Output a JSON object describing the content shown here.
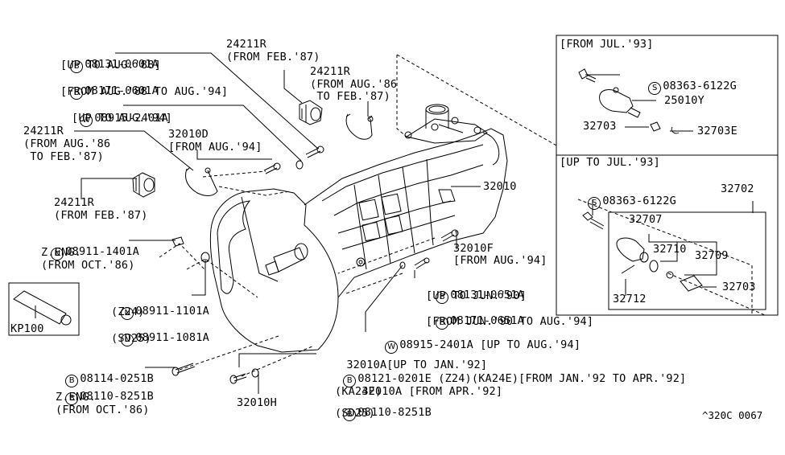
{
  "diagram": {
    "title": "Manual Transmission Assembly - Parts Diagram",
    "figure_code": "^320C 0067",
    "colors": {
      "line": "#000000",
      "background": "#ffffff"
    },
    "symbols": {
      "B": "B",
      "W": "W",
      "N": "N",
      "S": "S"
    }
  },
  "callouts_left": [
    {
      "id": "b-08131-0601a",
      "symbol": "B",
      "part": "08131-0601A",
      "note": "[UP TO AUG.'88]"
    },
    {
      "id": "b-08171-0601a",
      "symbol": "B",
      "part": "08171-0601A",
      "note": "[FROM AUG.'88 TO AUG.'94]"
    },
    {
      "id": "w-08915-2401a-top",
      "symbol": "W",
      "part": "08915-2401A",
      "note": "[UP TO AUG.'94]"
    },
    {
      "id": "24211r-left-aug86",
      "part": "24211R",
      "note1": "(FROM AUG.'86",
      "note2": " TO FEB.'87)"
    },
    {
      "id": "32010d",
      "part": "32010D",
      "note": "[FROM AUG.'94]"
    },
    {
      "id": "24211r-left-feb87",
      "part": "24211R",
      "note": "(FROM FEB.'87)"
    },
    {
      "id": "n-08911-1401a",
      "symbol": "N",
      "part": "08911-1401A",
      "note1": "Z.ENG.",
      "note2": "(FROM OCT.'86)"
    },
    {
      "id": "kp100",
      "part": "KP100"
    },
    {
      "id": "n-08911-1101a",
      "symbol": "N",
      "part": "08911-1101A",
      "note": "(Z24)"
    },
    {
      "id": "n-08911-1081a",
      "symbol": "N",
      "part": "08911-1081A",
      "note": "(SD25)"
    },
    {
      "id": "b-08114-0251b",
      "symbol": "B",
      "part": "08114-0251B"
    },
    {
      "id": "b-08110-8251b-left",
      "symbol": "B",
      "part": "08110-8251B",
      "note1": "Z.ENG.",
      "note2": "(FROM OCT.'86)"
    }
  ],
  "callouts_top": [
    {
      "id": "24211r-top-feb87",
      "part": "24211R",
      "note": "(FROM FEB.'87)"
    },
    {
      "id": "24211r-top-aug86",
      "part": "24211R",
      "note1": "(FROM AUG.'86",
      "note2": " TO FEB.'87)"
    }
  ],
  "callouts_main": [
    {
      "id": "32010",
      "part": "32010"
    },
    {
      "id": "32010f",
      "part": "32010F",
      "note": "[FROM AUG.'94]"
    },
    {
      "id": "b-08131-0651a",
      "symbol": "B",
      "part": "08131-0651A",
      "note": "[UP TO JUN.'90]"
    },
    {
      "id": "b-08171-0651a",
      "symbol": "B",
      "part": "08171-0651A",
      "note": "[FROM JUN.'90 TO AUG.'94]"
    },
    {
      "id": "w-08915-2401a-bottom",
      "symbol": "W",
      "part": "08915-2401A",
      "note": "[UP TO AUG.'94]"
    },
    {
      "id": "32010a-jan92",
      "part": "32010A",
      "note": "[UP TO JAN.'92]"
    },
    {
      "id": "b-08121-0201e",
      "symbol": "B",
      "part": "08121-0201E",
      "note": "(Z24)(KA24E)[FROM JAN.'92 TO APR.'92]"
    },
    {
      "id": "32010a-apr92",
      "part": "32010A",
      "note1": "[FROM APR.'92]",
      "note2": "(KA24E)"
    },
    {
      "id": "b-08110-8251b-bottom",
      "symbol": "B",
      "part": "08110-8251B",
      "note": "(SD25)"
    },
    {
      "id": "32010h",
      "part": "32010H"
    }
  ],
  "inset_from_jul93": {
    "header": "[FROM JUL.'93]",
    "callouts": [
      {
        "id": "s-08363-6122g-a",
        "symbol": "S",
        "part": "08363-6122G"
      },
      {
        "id": "25010y",
        "part": "25010Y"
      },
      {
        "id": "32703-a",
        "part": "32703"
      },
      {
        "id": "32703e",
        "part": "32703E"
      }
    ]
  },
  "inset_up_to_jul93": {
    "header": "[UP TO JUL.'93]",
    "callouts": [
      {
        "id": "s-08363-6122g-b",
        "symbol": "S",
        "part": "08363-6122G"
      },
      {
        "id": "32702",
        "part": "32702"
      },
      {
        "id": "32707",
        "part": "32707"
      },
      {
        "id": "32710",
        "part": "32710"
      },
      {
        "id": "32709",
        "part": "32709"
      },
      {
        "id": "32703-b",
        "part": "32703"
      },
      {
        "id": "32712",
        "part": "32712"
      }
    ]
  }
}
